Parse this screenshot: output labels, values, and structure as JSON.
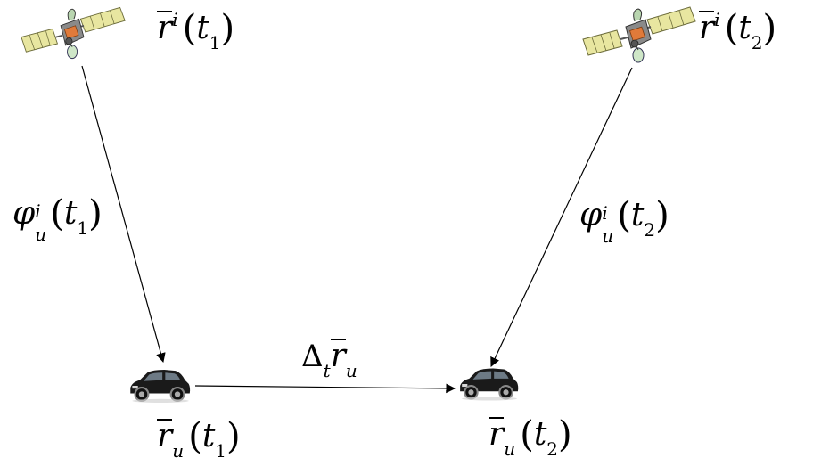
{
  "labels": {
    "sat1_position": {
      "base": "r",
      "sup": "i",
      "arg": "t",
      "arg_sub": "1"
    },
    "sat2_position": {
      "base": "r",
      "sup": "i",
      "arg": "t",
      "arg_sub": "2"
    },
    "phase1": {
      "base": "φ",
      "sup": "i",
      "sub": "u",
      "arg": "t",
      "arg_sub": "1"
    },
    "phase2": {
      "base": "φ",
      "sup": "i",
      "sub": "u",
      "arg": "t",
      "arg_sub": "2"
    },
    "user1_position": {
      "base": "r",
      "sub": "u",
      "arg": "t",
      "arg_sub": "1"
    },
    "user2_position": {
      "base": "r",
      "sub": "u",
      "arg": "t",
      "arg_sub": "2"
    },
    "displacement": {
      "delta": "Δ",
      "delta_sub": "t",
      "base": "r",
      "sub": "u"
    }
  },
  "icons": {
    "satellite": "satellite-icon",
    "car": "car-icon"
  },
  "colors": {
    "satellite_panel": "#e8e6a0",
    "satellite_body": "#8a8a8a",
    "satellite_accent": "#e07a3a",
    "car_body": "#1a1a1a",
    "arrow": "#000000"
  }
}
